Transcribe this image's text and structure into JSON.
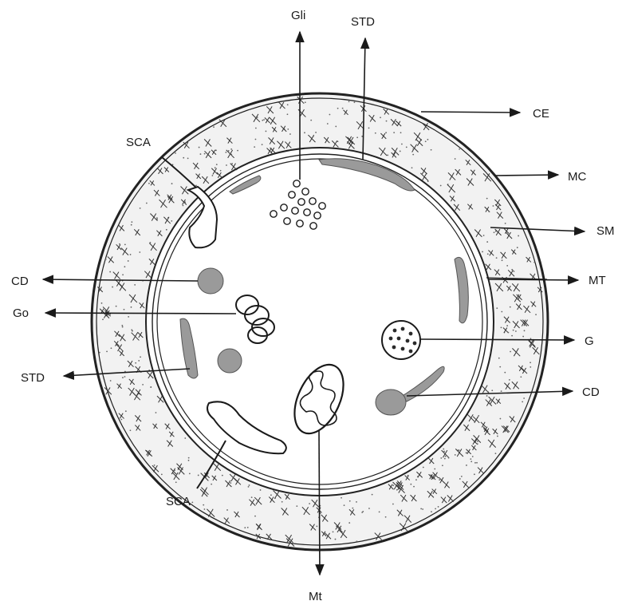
{
  "labels": {
    "gli": "Gli",
    "std_top": "STD",
    "ce": "CE",
    "sca_top": "SCA",
    "mc": "MC",
    "sm": "SM",
    "cd_left": "CD",
    "mt_right": "MT",
    "go": "Go",
    "g": "G",
    "std_left": "STD",
    "cd_right": "CD",
    "sca_bottom": "SCA",
    "mt_bottom": "Mt"
  }
}
